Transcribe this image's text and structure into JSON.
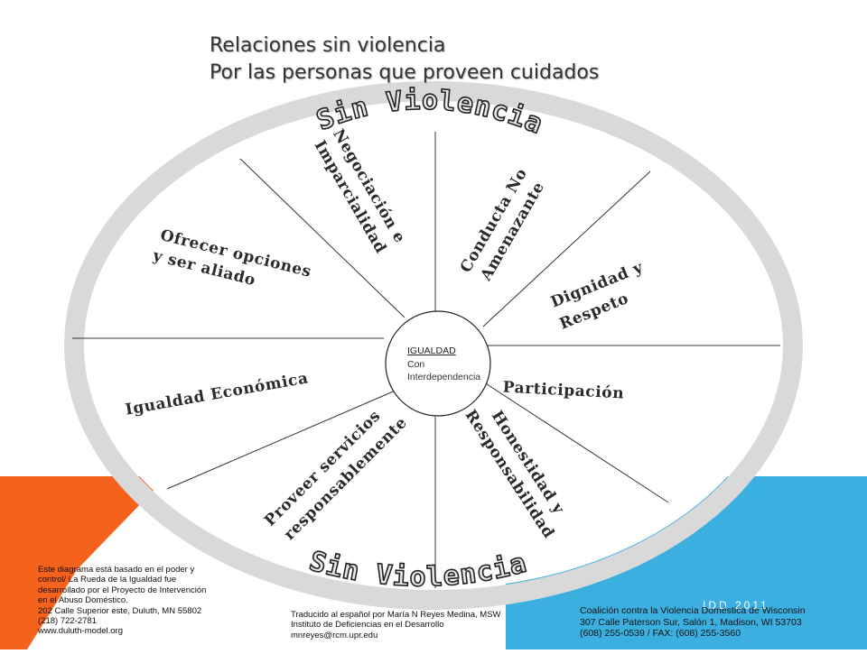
{
  "title": {
    "line1": "Relaciones sin violencia",
    "line2": "Por las personas que proveen cuidados"
  },
  "rim_text": {
    "top": "Sin Violencia",
    "bottom": "Sin Violencia"
  },
  "hub": {
    "heading": "IGUALDAD",
    "line2": "Con",
    "line3": "Interdependencia"
  },
  "segments": [
    {
      "id": "negociacion",
      "lines": [
        "Negociación e",
        "Imparcialidad"
      ]
    },
    {
      "id": "conducta",
      "lines": [
        "Conducta No",
        "Amenazante"
      ]
    },
    {
      "id": "dignidad",
      "lines": [
        "Dignidad y",
        "Respeto"
      ]
    },
    {
      "id": "participacion",
      "lines": [
        "Participación"
      ]
    },
    {
      "id": "honestidad",
      "lines": [
        "Honestidad y",
        "Responsabilidad"
      ]
    },
    {
      "id": "proveer",
      "lines": [
        "Proveer servicios",
        "responsablemente"
      ]
    },
    {
      "id": "igualdad-economica",
      "lines": [
        "Igualdad Económica"
      ]
    },
    {
      "id": "ofrecer",
      "lines": [
        "Ofrecer opciones",
        "y ser aliado"
      ]
    }
  ],
  "footer": {
    "left": [
      "Este diagrama está basado en el poder y",
      "control/ La Rueda de la Igualdad fue",
      "desarrollado por el Proyecto de Intervención",
      "en el Abuso Doméstico.",
      "202 Calle Superior este, Duluth, MN 55802",
      "(218) 722-2781",
      "www.duluth-model.org"
    ],
    "middle": [
      "Traducido al español por María N Reyes Medina, MSW",
      "Instituto de Deficiencias en el Desarrollo",
      "mnreyes@rcm.upr.edu"
    ],
    "right": [
      "Coalición contra la Violencia Doméstica de Wisconsin",
      "307 Calle Paterson Sur, Salón 1, Madison, WI 53703",
      "(608) 255-0539 / FAX: (608) 255-3560"
    ],
    "year": "IDD 2011"
  },
  "colors": {
    "orange": "#F5621B",
    "blue": "#3BAFDF",
    "ring": "#D9D9D9",
    "rim_text_fill": "#E6E6E6",
    "rim_text_stroke": "#222222",
    "segment_text": "#2B2B2B",
    "spoke": "#333333"
  }
}
